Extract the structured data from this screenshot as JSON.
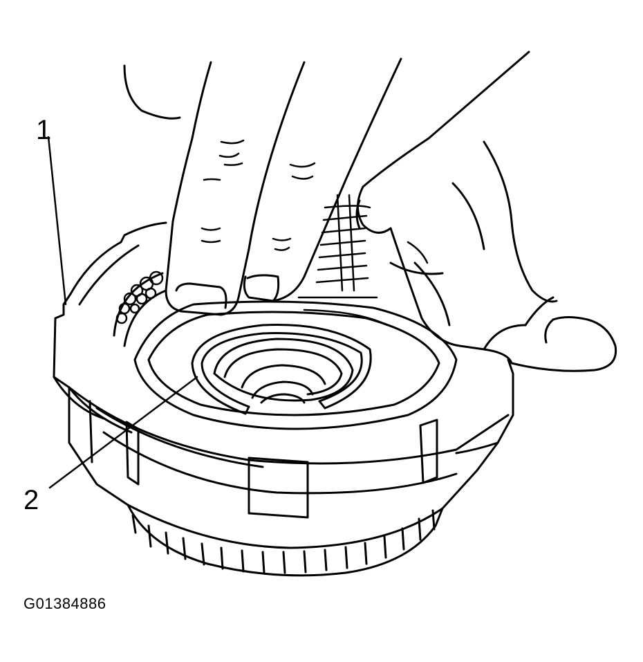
{
  "callouts": {
    "one": "1",
    "two": "2"
  },
  "figure_id": "G01384886",
  "colors": {
    "ink": "#000000",
    "paper": "#ffffff"
  }
}
